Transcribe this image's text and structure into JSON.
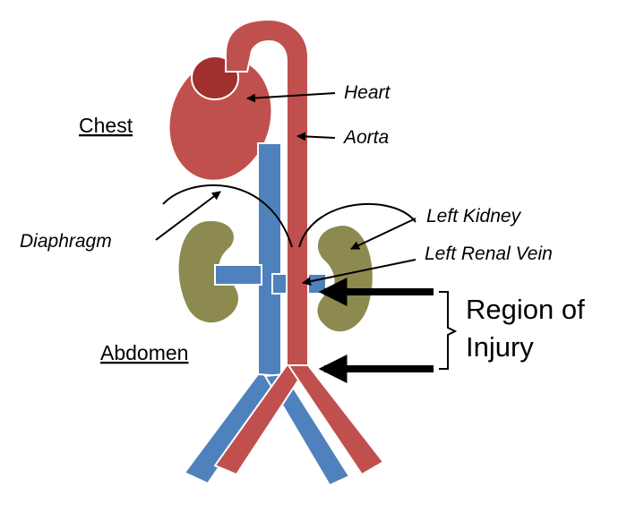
{
  "labels": {
    "chest": "Chest",
    "abdomen": "Abdomen",
    "heart": "Heart",
    "aorta": "Aorta",
    "diaphragm": "Diaphragm",
    "left_kidney": "Left Kidney",
    "left_renal_vein": "Left Renal Vein",
    "region_line1": "Region of",
    "region_line2": "Injury"
  },
  "colors": {
    "artery": "#c0504d",
    "vein": "#4f81bd",
    "heart_chamber": "#a0302d",
    "kidney": "#8c8a4e",
    "outline": "#ffffff",
    "annotation": "#000000"
  }
}
